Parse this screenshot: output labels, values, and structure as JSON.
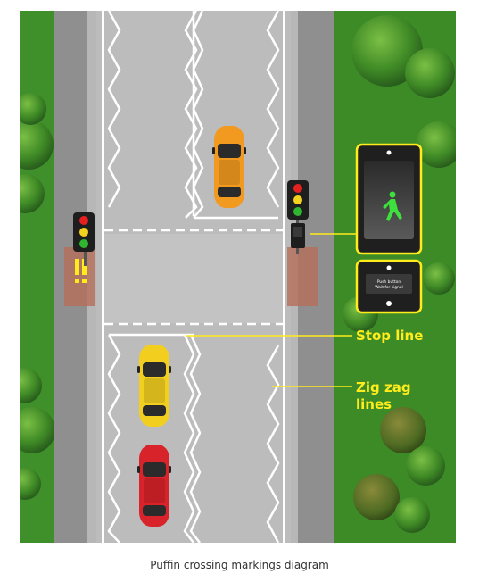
{
  "diagram": {
    "caption": "Puffin crossing markings diagram",
    "labels": {
      "stop_line": "Stop line",
      "zig_zag_line1": "Zig zag",
      "zig_zag_line2": "lines"
    },
    "panel": {
      "button_text1": "Push button",
      "button_text2": "Wait for signal"
    },
    "colors": {
      "grass": "#3f8f2a",
      "road": "#bcbcbc",
      "pavement": "#8f8f8f",
      "highlight": "#ffec1a",
      "car_orange": "#f29a1f",
      "car_yellow": "#f2cf1f",
      "car_red": "#d8232a",
      "pedestrian_green": "#3ee03e"
    },
    "icons": [
      "traffic-light-icon",
      "pedestrian-green-icon",
      "push-button-icon",
      "warning-marks-icon"
    ]
  }
}
